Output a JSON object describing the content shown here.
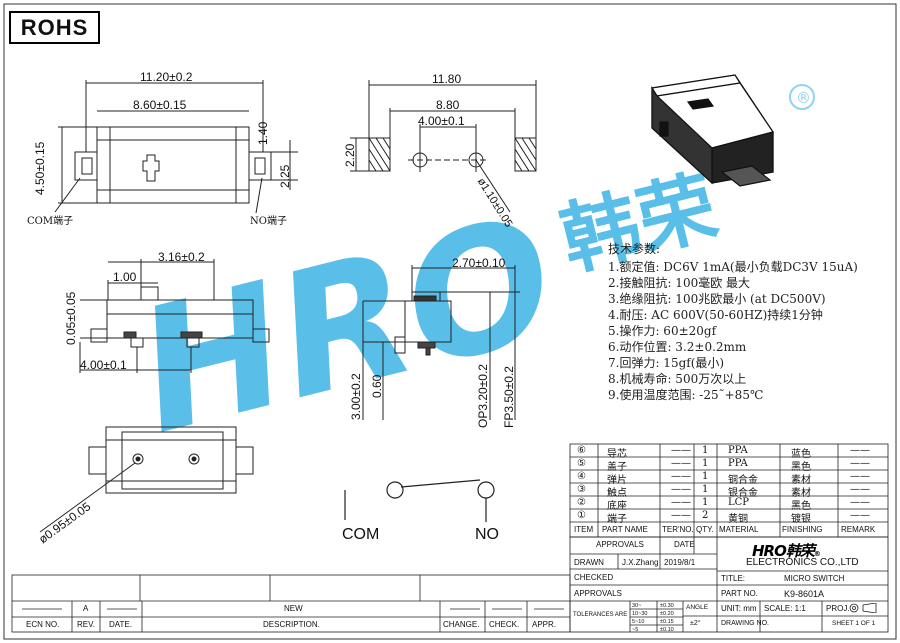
{
  "badge": "ROHS",
  "watermark": {
    "latin": "HRO",
    "cjk": "韩荣",
    "registered": "®",
    "color": "#2aa9de"
  },
  "dimensions": {
    "top_overall": "11.20±0.2",
    "top_inner": "8.60±0.15",
    "top_height": "4.50±0.15",
    "top_step1": "1.40",
    "top_step2": "2.25",
    "com_label": "COM端子",
    "no_label": "NO端子",
    "fp_overall": "11.80",
    "fp_inner": "8.80",
    "fp_holes": "4.00±0.1",
    "fp_pad": "2.20",
    "fp_hole_dia": "ø1.10±0.05",
    "side_w": "3.16±0.2",
    "side_a": "1.00",
    "side_h": "0.05±0.05",
    "side_pitch": "4.00±0.1",
    "end_w": "2.70±0.10",
    "end_h1": "3.00±0.2",
    "end_h2": "0.60",
    "end_op": "OP3.20±0.2",
    "end_fp": "FP3.50±0.2",
    "bottom_dia": "ø0.95±0.05"
  },
  "circuit": {
    "com": "COM",
    "no": "NO"
  },
  "specs": {
    "title": "技术参数:",
    "items": [
      "1.额定值: DC6V 1mA(最小负载DC3V 15uA)",
      "2.接触阻抗: 100毫欧 最大",
      "3.绝缘阻抗: 100兆欧最小 (at DC500V)",
      "4.耐压: AC 600V(50-60HZ)持续1分钟",
      "5.操作力: 60±20gf",
      "6.动作位置: 3.2±0.2mm",
      "7.回弹力: 15gf(最小)",
      "8.机械寿命: 500万次以上",
      "9.使用温度范围: -25˜+85℃"
    ]
  },
  "bom": {
    "rows": [
      {
        "item": "⑥",
        "name": "导芯",
        "ter": "——",
        "qty": "1",
        "material": "PPA",
        "finishing": "蓝色",
        "remark": "——"
      },
      {
        "item": "⑤",
        "name": "盖子",
        "ter": "——",
        "qty": "1",
        "material": "PPA",
        "finishing": "黑色",
        "remark": "——"
      },
      {
        "item": "④",
        "name": "弹片",
        "ter": "——",
        "qty": "1",
        "material": "铜合金",
        "finishing": "素材",
        "remark": "——"
      },
      {
        "item": "③",
        "name": "触点",
        "ter": "——",
        "qty": "1",
        "material": "银合金",
        "finishing": "素材",
        "remark": "——"
      },
      {
        "item": "②",
        "name": "底座",
        "ter": "——",
        "qty": "1",
        "material": "LCP",
        "finishing": "黑色",
        "remark": "——"
      },
      {
        "item": "①",
        "name": "端子",
        "ter": "——",
        "qty": "2",
        "material": "黄铜",
        "finishing": "镀银",
        "remark": "——"
      }
    ],
    "headers": {
      "item": "ITEM",
      "name": "PART NAME",
      "ter": "TER'NO.",
      "qty": "QTY.",
      "material": "MATERIAL",
      "finishing": "FINISHING",
      "remark": "REMARK"
    }
  },
  "title_block": {
    "approvals": "APPROVALS",
    "date": "DATE",
    "drawn": "DRAWN",
    "drawn_by": "J.X.Zhang",
    "drawn_date": "2019/8/1",
    "checked": "CHECKED",
    "approvals2": "APPROVALS",
    "company": "ELECTRONICS CO.,LTD",
    "title_label": "TITLE:",
    "title_value": "MICRO SWITCH",
    "part_label": "PART NO.",
    "part_value": "K9-8601A",
    "unit": "UNIT: mm",
    "scale": "SCALE: 1:1",
    "proj": "PROJ.",
    "tolerances": "TOLERANCES ARE",
    "tol_ranges": [
      "30~",
      "10~30",
      "5~10",
      "~5"
    ],
    "tol_values": [
      "±0.30",
      "±0.20",
      "±0.15",
      "±0.10"
    ],
    "angle": "ANGLE",
    "angle_value": "±2°",
    "drawing_no": "DRAWING NO.",
    "sheet": "SHEET 1 OF 1"
  },
  "revision": {
    "rev_value": "A",
    "desc_value": "NEW",
    "headers": [
      "ECN NO.",
      "REV.",
      "DATE.",
      "DESCRIPTION.",
      "CHANGE.",
      "CHECK.",
      "APPR."
    ]
  }
}
